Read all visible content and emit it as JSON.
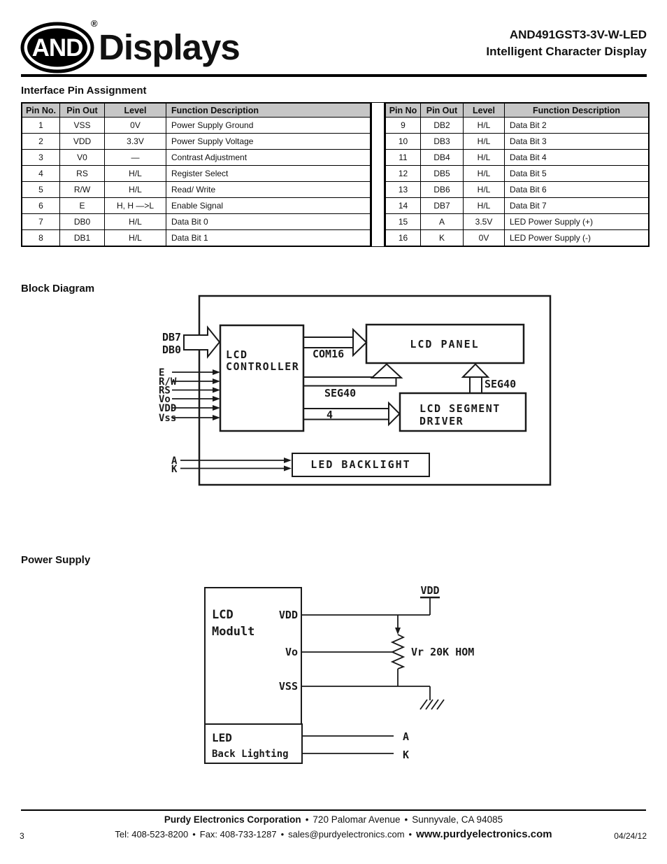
{
  "header": {
    "logo_and": "AND",
    "logo_registered": "®",
    "logo_displays": "Displays",
    "part_number": "AND491GST3-3V-W-LED",
    "subtitle": "Intelligent Character Display"
  },
  "sections": {
    "pin_assignment_title": "Interface Pin Assignment",
    "block_diagram_title": "Block Diagram",
    "power_supply_title": "Power Supply"
  },
  "pin_table_left": {
    "headers": [
      "Pin No.",
      "Pin Out",
      "Level",
      "Function Description"
    ],
    "rows": [
      [
        "1",
        "VSS",
        "0V",
        "Power Supply Ground"
      ],
      [
        "2",
        "VDD",
        "3.3V",
        "Power Supply Voltage"
      ],
      [
        "3",
        "V0",
        "—",
        "Contrast Adjustment"
      ],
      [
        "4",
        "RS",
        "H/L",
        "Register Select"
      ],
      [
        "5",
        "R/W",
        "H/L",
        "Read/ Write"
      ],
      [
        "6",
        "E",
        "H, H —>L",
        "Enable Signal"
      ],
      [
        "7",
        "DB0",
        "H/L",
        "Data Bit 0"
      ],
      [
        "8",
        "DB1",
        "H/L",
        "Data Bit 1"
      ]
    ]
  },
  "pin_table_right": {
    "headers": [
      "Pin No",
      "Pin Out",
      "Level",
      "Function Description"
    ],
    "rows": [
      [
        "9",
        "DB2",
        "H/L",
        "Data Bit 2"
      ],
      [
        "10",
        "DB3",
        "H/L",
        "Data Bit 3"
      ],
      [
        "11",
        "DB4",
        "H/L",
        "Data Bit 4"
      ],
      [
        "12",
        "DB5",
        "H/L",
        "Data Bit 5"
      ],
      [
        "13",
        "DB6",
        "H/L",
        "Data Bit 6"
      ],
      [
        "14",
        "DB7",
        "H/L",
        "Data Bit 7"
      ],
      [
        "15",
        "A",
        "3.5V",
        "LED Power Supply (+)"
      ],
      [
        "16",
        "K",
        "0V",
        "LED Power Supply (-)"
      ]
    ]
  },
  "block_diagram": {
    "labels": {
      "db7": "DB7",
      "db0": "DB0",
      "e": "E",
      "rw": "R/W",
      "rs": "RS",
      "vo": "Vo",
      "vdd": "VDD",
      "vss": "Vss",
      "controller_line1": "LCD",
      "controller_line2": "CONTROLLER",
      "com16": "COM16",
      "panel": "LCD PANEL",
      "seg40_bus": "SEG40",
      "seg40_driver": "SEG40",
      "bus_width": "4",
      "driver_line1": "LCD SEGMENT",
      "driver_line2": "DRIVER",
      "backlight": "LED BACKLIGHT",
      "a": "A",
      "k": "K"
    }
  },
  "power_supply": {
    "labels": {
      "module_line1": "LCD",
      "module_line2": "Modult",
      "pin_vdd": "VDD",
      "pin_vo": "Vo",
      "pin_vss": "VSS",
      "vdd_rail": "VDD",
      "resistor": "Vr 20K HOM",
      "led_line1": "LED",
      "led_line2": "Back Lighting",
      "a": "A",
      "k": "K"
    }
  },
  "footer": {
    "company": "Purdy Electronics Corporation",
    "address": "720 Palomar Avenue",
    "city": "Sunnyvale, CA 94085",
    "tel": "Tel: 408-523-8200",
    "fax": "Fax: 408-733-1287",
    "email": "sales@purdyelectronics.com",
    "website": "www.purdyelectronics.com",
    "bullet": "•",
    "page_number": "3",
    "date": "04/24/12"
  }
}
